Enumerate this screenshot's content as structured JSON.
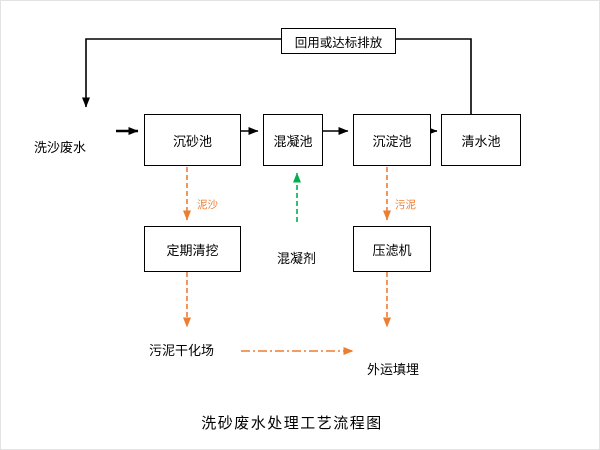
{
  "title": "洗砂废水处理工艺流程图",
  "flow": {
    "recycle_label": "回用或达标排放",
    "influent_label": "洗沙废水",
    "boxes": {
      "grit_chamber": "沉砂池",
      "coagulation_tank": "混凝池",
      "sedimentation_tank": "沉淀池",
      "clean_water_tank": "清水池",
      "periodic_dredging": "定期清挖",
      "filter_press": "压滤机"
    },
    "annotations": {
      "sediment": "泥沙",
      "sludge": "污泥",
      "coagulant": "混凝剂",
      "sludge_drying_field": "污泥干化场",
      "offsite_landfill": "外运填埋"
    }
  },
  "colors": {
    "line": "#000000",
    "sludge_flow": "#ED7D31",
    "coagulant_flow": "#00B050",
    "box_border": "#000000",
    "background": "#FFFFFF"
  }
}
